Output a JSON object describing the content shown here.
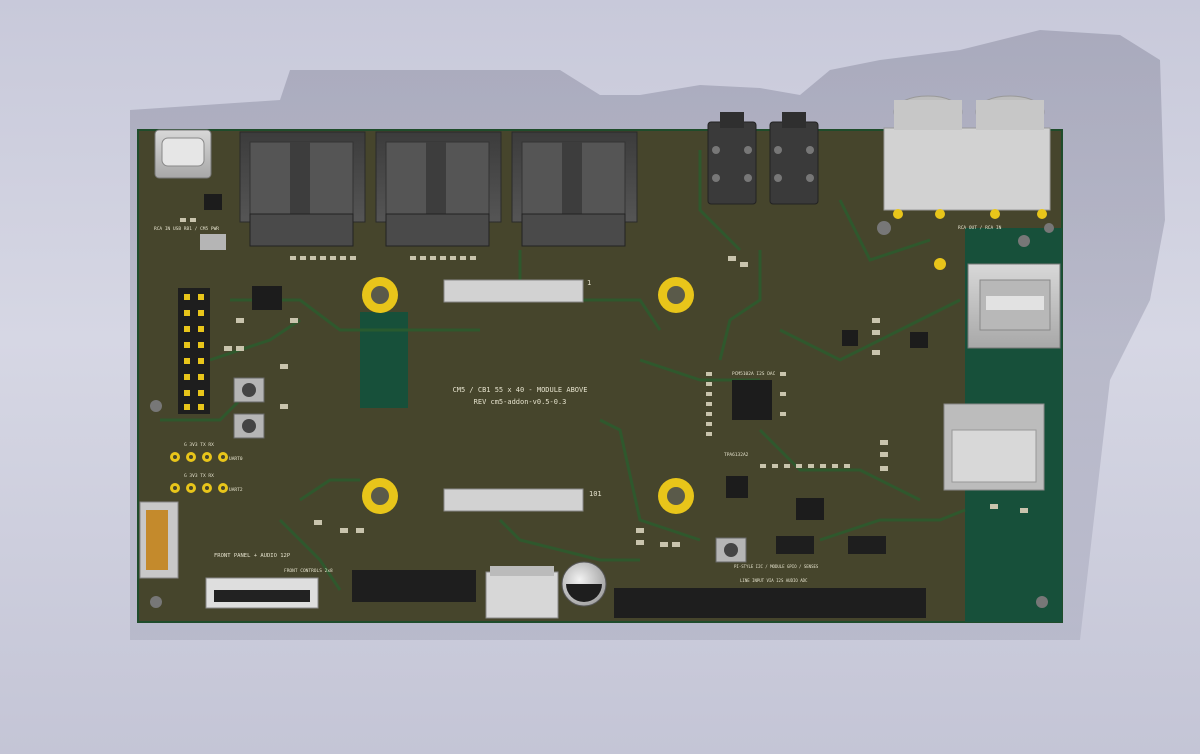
{
  "title_line1": "CM5 / CB1 55 x 40 - MODULE ABOVE",
  "title_line2": "REV cm5-addon-v0.5-0.3",
  "labels": {
    "rca_usb": "RCA IN USB RB1 / CM5 PWR",
    "pin1": "1",
    "pin101": "101",
    "uart0_pins": "G 3V3 TX RX",
    "uart0": "UART0",
    "uart2_pins": "G 3V3 TX RX",
    "uart2": "UART2",
    "dac": "PCM5102A I2S DAC",
    "amp": "TPA6132A2",
    "front_panel": "FRONT PANEL + AUDIO 12P",
    "front_controls": "FRONT CONTROLS 2x8",
    "rca_out_in": "RCA OUT / RCA IN",
    "i2c_header": "PI-STYLE I2C / MODULE GPIO / SENSES",
    "line_input": "LINE INPUT VIA I2S AUDIO ADC"
  },
  "colors": {
    "pcb": "#46452c",
    "pcb_edge": "#1f4c2b",
    "copper_pour": "#17503a",
    "gold": "#e8c51a",
    "silkscreen": "#e4e1cc"
  }
}
